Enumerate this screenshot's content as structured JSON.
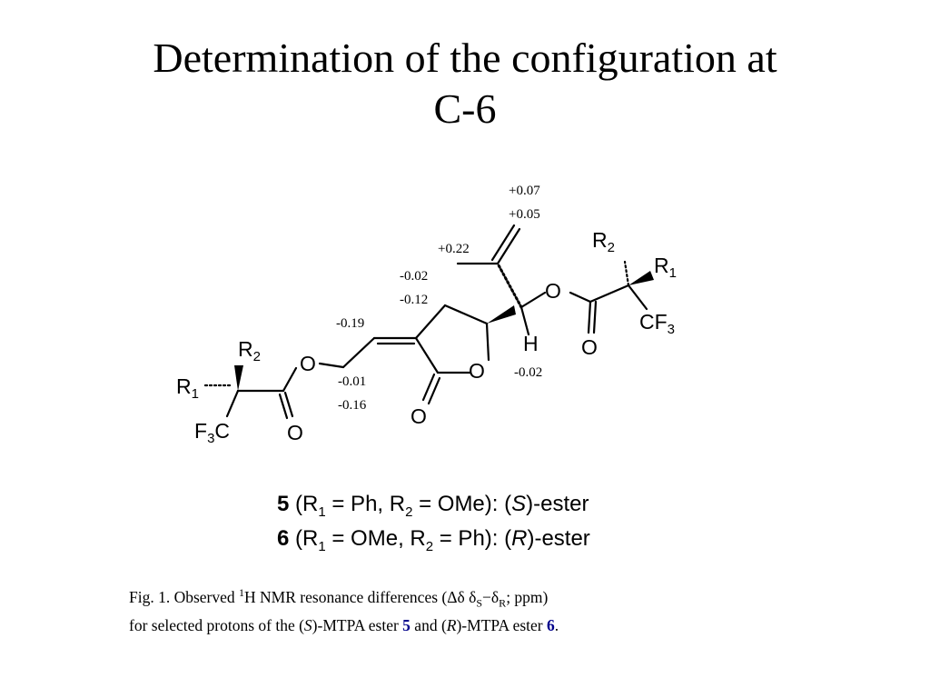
{
  "slide": {
    "title_line1": "Determination of the configuration at",
    "title_line2": "C-6"
  },
  "molecule": {
    "atoms": {
      "R": "R",
      "O": "O",
      "H": "H",
      "CF": "CF",
      "C": "C",
      "F": "F",
      "sub_1": "1",
      "sub_2": "2",
      "sub_3": "3"
    },
    "delta_values": {
      "vinyl_a": "+0.07",
      "vinyl_b": "+0.05",
      "methyl": "+0.22",
      "ring_ch2_a": "-0.02",
      "ring_ch2_b": "-0.12",
      "olefin_h": "-0.19",
      "ester_ch2_a": "-0.01",
      "ester_ch2_b": "-0.16",
      "c6_h": "-0.02"
    }
  },
  "legend": {
    "line1": {
      "compound": "5",
      "text_a": " (R",
      "sub_a": "1",
      "text_b": " = Ph, R",
      "sub_b": "2",
      "text_c": " = OMe): (",
      "config": "S",
      "text_d": ")-ester"
    },
    "line2": {
      "compound": "6",
      "text_a": " (R",
      "sub_a": "1",
      "text_b": " = OMe, R",
      "sub_b": "2",
      "text_c": " = Ph): (",
      "config": "R",
      "text_d": ")-ester"
    }
  },
  "caption": {
    "p1": "Fig. 1. Observed ",
    "sup1": "1",
    "p2": "H NMR resonance differences (Δδ   δ",
    "subS": "S",
    "p3": "−δ",
    "subR": "R",
    "p4": "; ppm)",
    "p5": "for selected protons of the (",
    "s_italic": "S",
    "p6": ")-MTPA ester ",
    "num5": "5",
    "p7": " and (",
    "r_italic": "R",
    "p8": ")-MTPA ester ",
    "num6": "6",
    "p9": "."
  }
}
